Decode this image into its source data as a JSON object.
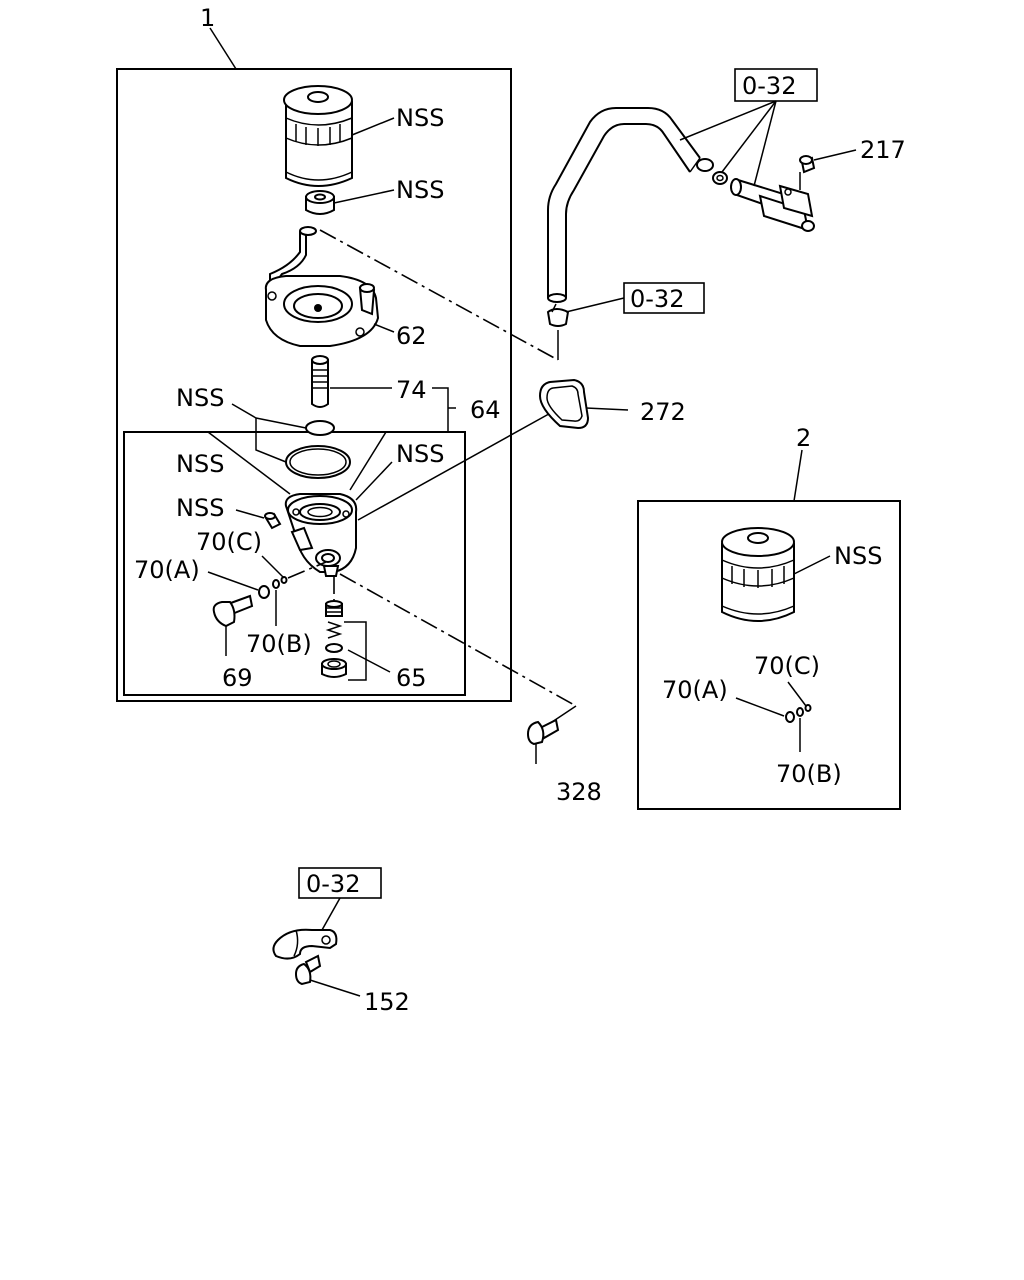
{
  "labels": {
    "kit1": "1",
    "kit2": "2",
    "nss_filter": "NSS",
    "nss_cap": "NSS",
    "p62": "62",
    "p74": "74",
    "p64": "64",
    "nss_oring_small": "NSS",
    "nss_oring_large": "NSS",
    "nss_housing": "NSS",
    "nss_plug": "NSS",
    "p70c_left": "70(C)",
    "p70a_left": "70(A)",
    "p70b_left": "70(B)",
    "p69": "69",
    "p65": "65",
    "p272": "272",
    "p328": "328",
    "p217": "217",
    "ref_top": "0-32",
    "ref_mid": "0-32",
    "ref_bottom": "0-32",
    "p152": "152",
    "nss_kit2": "NSS",
    "p70c_right": "70(C)",
    "p70a_right": "70(A)",
    "p70b_right": "70(B)"
  }
}
